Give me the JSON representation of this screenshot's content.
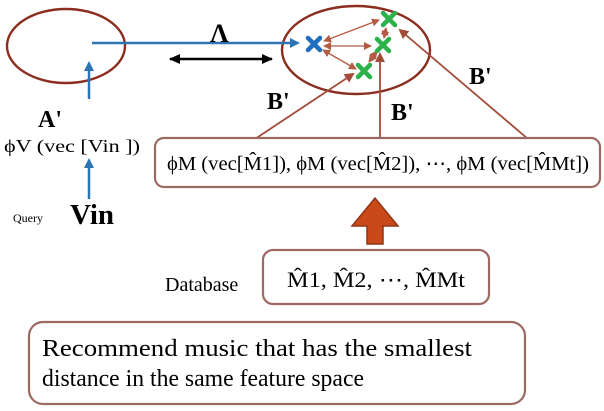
{
  "labels": {
    "lambda": "Λ",
    "a_prime": "A'",
    "b_prime_left": "B'",
    "b_prime_middle": "B'",
    "b_prime_right": "B'",
    "phi_v_input": "ϕV (vec [Vin ])",
    "query": "Query",
    "v_in": "Vin",
    "database": "Database"
  },
  "feature_formula": "ϕM (vec[M̂1]), ϕM (vec[M̂2]), ⋯, ϕM (vec[M̂Mt])",
  "database_items": "M̂1, M̂2, ⋯, M̂Mt",
  "recommendation_text": "Recommend music that has the smallest distance in the same feature space",
  "colors": {
    "ellipse": "#8b2d1f",
    "box_border": "#9b6b63",
    "query_arrow": "#2d74b5",
    "query_point": "#1f6fc0",
    "music_point": "#2db24b",
    "big_arrow": "#c94a18",
    "mapping_arrow": "#a24b38"
  }
}
